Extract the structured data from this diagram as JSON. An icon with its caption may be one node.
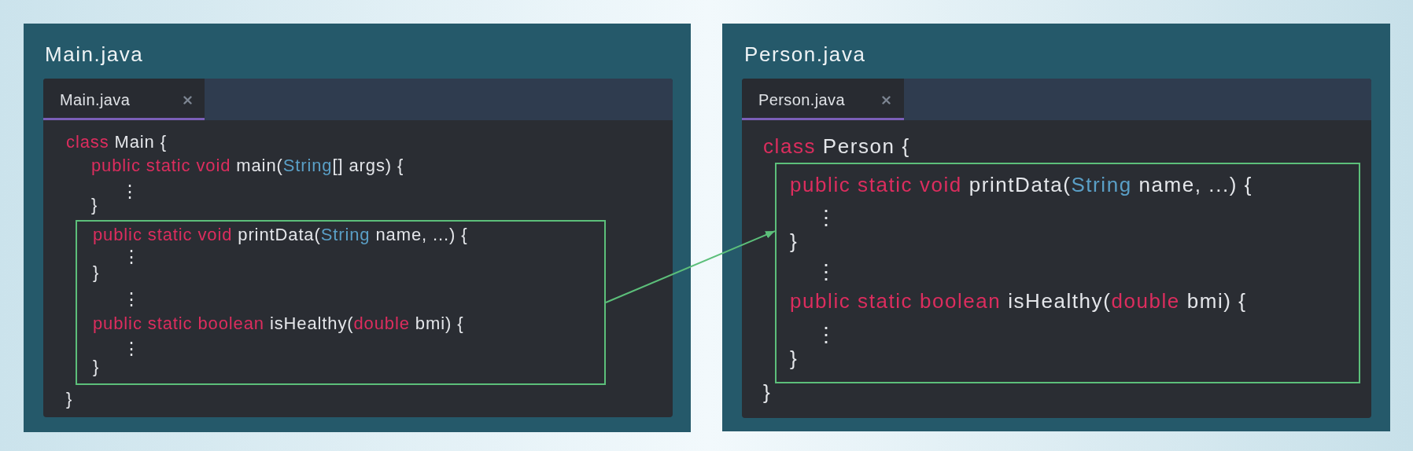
{
  "diagram": {
    "nodes": [
      {
        "text": [
          "Main.java"
        ]
      },
      {
        "text": [
          "class Main {",
          "public static void main(String[] args) {",
          "⋮",
          "}",
          "}"
        ],
        "in": 0
      },
      {
        "text": [
          "Main.java"
        ],
        "in": 1
      },
      {
        "text": [
          "public static void printData(String name, ...) {",
          "⋮",
          "}",
          "⋮",
          "public static boolean isHealthy(double bmi) {",
          "⋮",
          "}"
        ],
        "in": 1
      },
      {
        "text": [
          "Person.java"
        ]
      },
      {
        "text": [
          "class Person {",
          "}"
        ],
        "in": 4
      },
      {
        "text": [
          "Person.java"
        ],
        "in": 5
      },
      {
        "text": [
          "public static void printData(String name, ...) {",
          "⋮",
          "}",
          "⋮",
          "public static boolean isHealthy(double bmi) {",
          "⋮",
          "}"
        ],
        "in": 5
      }
    ],
    "edges": [
      {
        "from": 3,
        "to": 7,
        "arrow": "to"
      }
    ]
  }
}
